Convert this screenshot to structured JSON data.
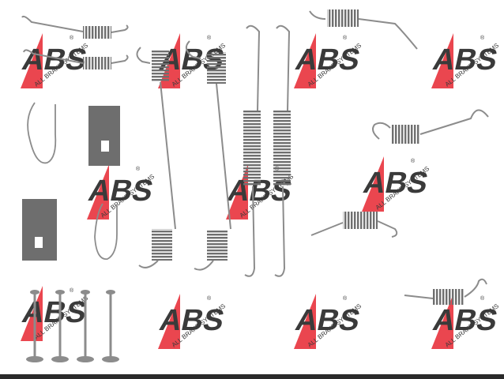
{
  "image": {
    "background": "#ffffff",
    "watermark": {
      "brand_letters": "ABS",
      "tagline": "ALL BRAKE SYSTEMS",
      "registered_mark": "®",
      "accent_color": "#e8323c",
      "ink_color": "#3a3a3a"
    },
    "parts": {
      "springs": "brake-shoe-return-springs",
      "clips": "hold-down-spring-clips",
      "pins": "hold-down-pins",
      "metal_color": "#8c8c8c",
      "coil_color": "#6f6f6f",
      "plate_color": "#6e6e6e"
    }
  }
}
